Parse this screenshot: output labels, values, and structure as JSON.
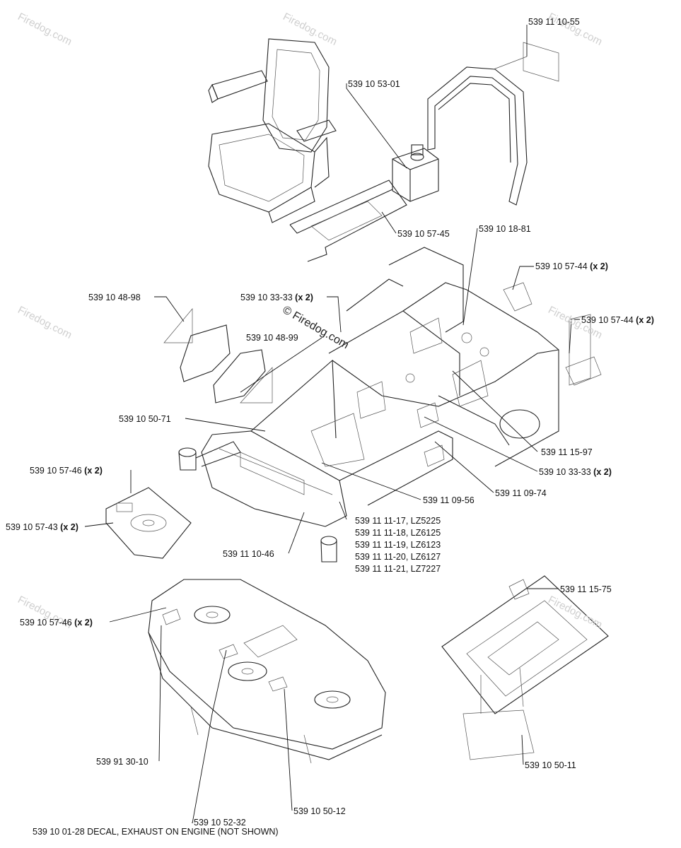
{
  "watermark": "Firedog.com",
  "watermark_center": "© Firedog.com",
  "footer_note": "539 10 01-28 DECAL, EXHAUST ON ENGINE (NOT SHOWN)",
  "callouts": {
    "c01": {
      "part": "539 11 10-55",
      "qty": ""
    },
    "c02": {
      "part": "539 10 53-01",
      "qty": ""
    },
    "c03": {
      "part": "539 10 57-45",
      "qty": ""
    },
    "c04": {
      "part": "539 10 18-81",
      "qty": ""
    },
    "c05": {
      "part": "539 10 57-44",
      "qty": "(x 2)"
    },
    "c06": {
      "part": "539 10 48-98",
      "qty": ""
    },
    "c07": {
      "part": "539 10 33-33",
      "qty": "(x 2)"
    },
    "c08": {
      "part": "539 10 57-44",
      "qty": "(x 2)"
    },
    "c09": {
      "part": "539 10 48-99",
      "qty": ""
    },
    "c10": {
      "part": "539 10 50-71",
      "qty": ""
    },
    "c11": {
      "part": "539 11 15-97",
      "qty": ""
    },
    "c12": {
      "part": "539 10 57-46",
      "qty": "(x 2)"
    },
    "c13": {
      "part": "539 10 33-33",
      "qty": "(x 2)"
    },
    "c14": {
      "part": "539 11 09-74",
      "qty": ""
    },
    "c15": {
      "part": "539 11 09-56",
      "qty": ""
    },
    "c16": {
      "part": "539 10 57-43",
      "qty": "(x 2)"
    },
    "c17": {
      "part": "539 11 10-46",
      "qty": ""
    },
    "c18": {
      "part": "539 10 57-46",
      "qty": "(x 2)"
    },
    "c19": {
      "part": "539 11 15-75",
      "qty": ""
    },
    "c20": {
      "part": "539 91 30-10",
      "qty": ""
    },
    "c21": {
      "part": "539 10 50-11",
      "qty": ""
    },
    "c22": {
      "part": "539 10 50-12",
      "qty": ""
    },
    "c23": {
      "part": "539 10 52-32",
      "qty": ""
    }
  },
  "model_list": [
    "539 11 11-17, LZ5225",
    "539 11 11-18, LZ6125",
    "539 11 11-19, LZ6123",
    "539 11 11-20, LZ6127",
    "539 11 11-21, LZ7227"
  ]
}
